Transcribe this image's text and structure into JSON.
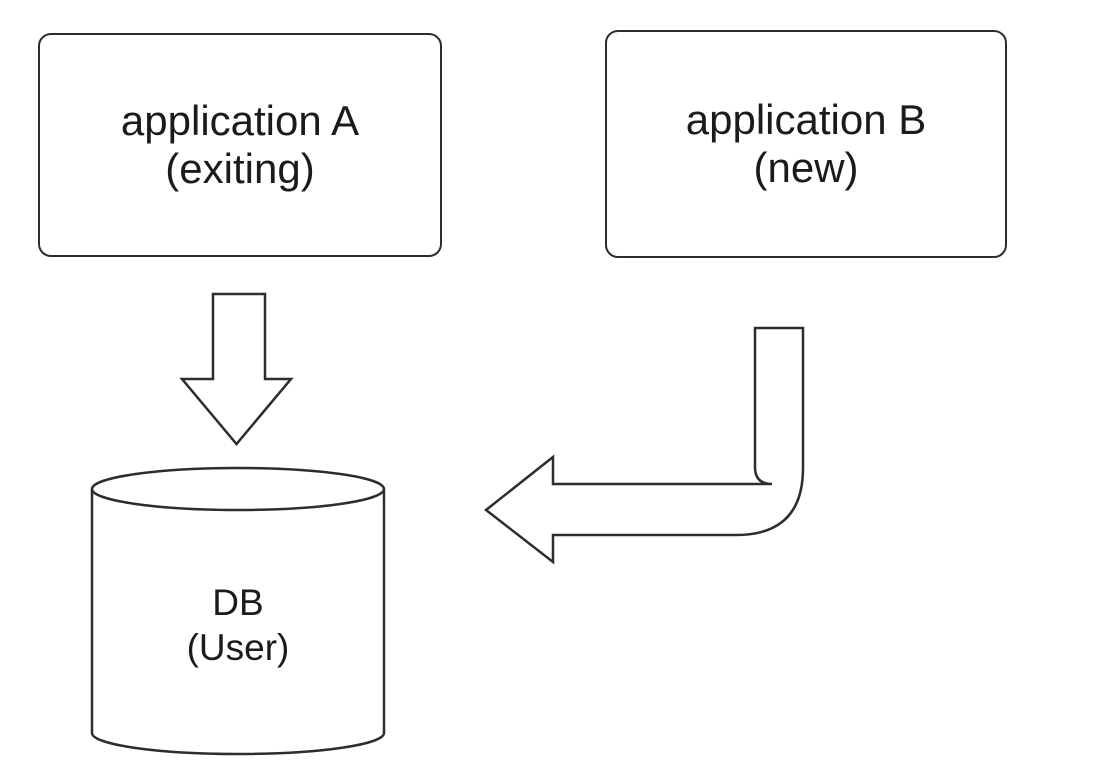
{
  "canvas": {
    "background_color": "#ffffff",
    "stroke_color": "#2d2d2d",
    "text_color": "#1b1b1b"
  },
  "nodes": {
    "app_a": {
      "line1": "application A",
      "line2": "(exiting)"
    },
    "app_b": {
      "line1": "application B",
      "line2": "(new)"
    },
    "db": {
      "line1": "DB",
      "line2": "(User)"
    }
  },
  "arrows": [
    {
      "name": "down-block-arrow",
      "from": "application A (exiting)",
      "to": "DB (User)"
    },
    {
      "name": "bent-block-arrow",
      "from": "application B (new)",
      "to": "DB (User)"
    }
  ]
}
